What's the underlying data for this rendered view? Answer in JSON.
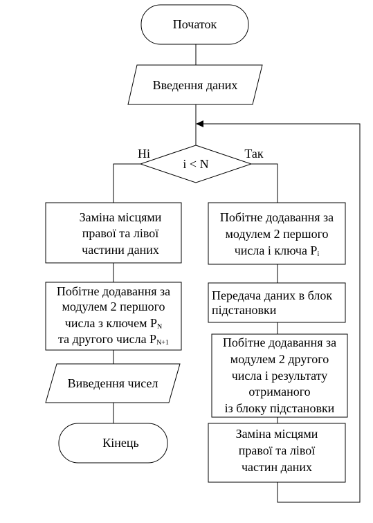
{
  "start": {
    "label": "Початок"
  },
  "input": {
    "label": "Введення  даних"
  },
  "decision": {
    "label": "i < N",
    "no_label": "Ні",
    "yes_label": "Так"
  },
  "left_branch": {
    "swap": [
      "Заміна місцями",
      "правої та лівої",
      "частини даних"
    ],
    "xor_keys": {
      "line1": "Побітне додавання за",
      "line2": "модулем 2 першого",
      "line3_text": "числа з ключем P",
      "line3_sub": "N",
      "line4_text": "та другого числа P",
      "line4_sub": "N+1"
    },
    "output": "Виведення чисел",
    "end": "Кінець"
  },
  "right_branch": {
    "xor_key": {
      "line1": "Побітне додавання за",
      "line2": "модулем 2 першого",
      "line3_text": "числа і ключа P",
      "line3_sub": "i"
    },
    "transfer": [
      "Передача даних в блок",
      "підстановки"
    ],
    "xor_result": [
      "Побітне додавання за",
      "модулем 2 другого",
      "числа і результату",
      "отриманого",
      "із блоку підстановки"
    ],
    "swap": [
      "Заміна місцями",
      "правої та лівої",
      "частин даних"
    ]
  }
}
